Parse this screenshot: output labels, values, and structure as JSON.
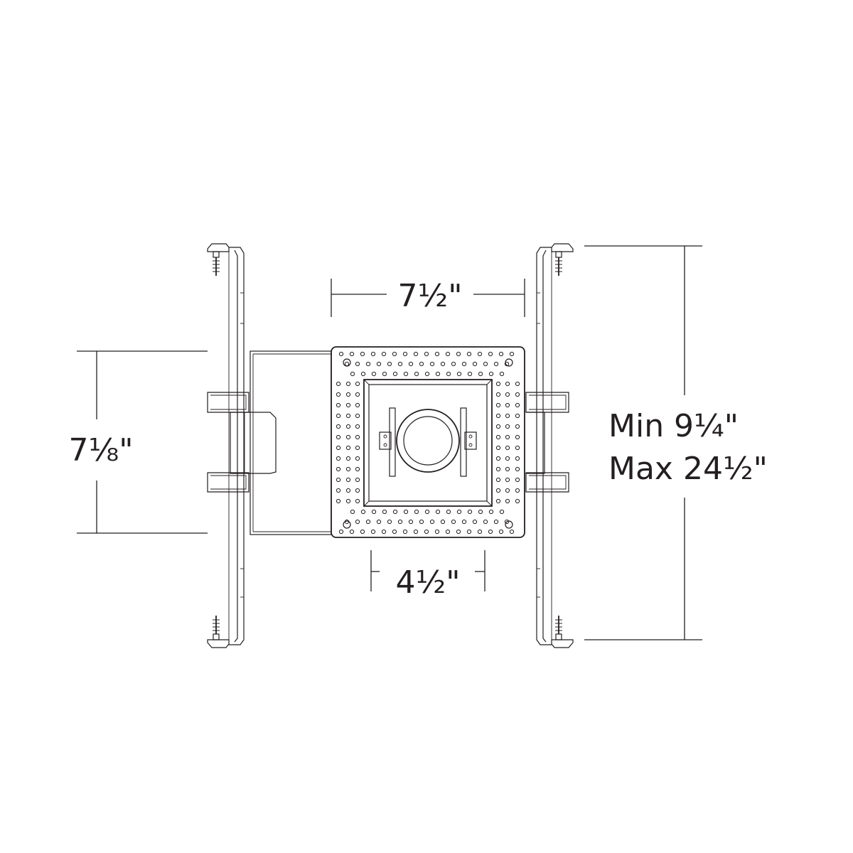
{
  "dimensions": {
    "top_width": "7½\"",
    "left_height": "7⅛\"",
    "bottom_aperture": "4½\"",
    "span_min": "Min 9¼\"",
    "span_max": "Max 24½\""
  },
  "colors": {
    "line": "#231f20",
    "background": "#ffffff"
  }
}
